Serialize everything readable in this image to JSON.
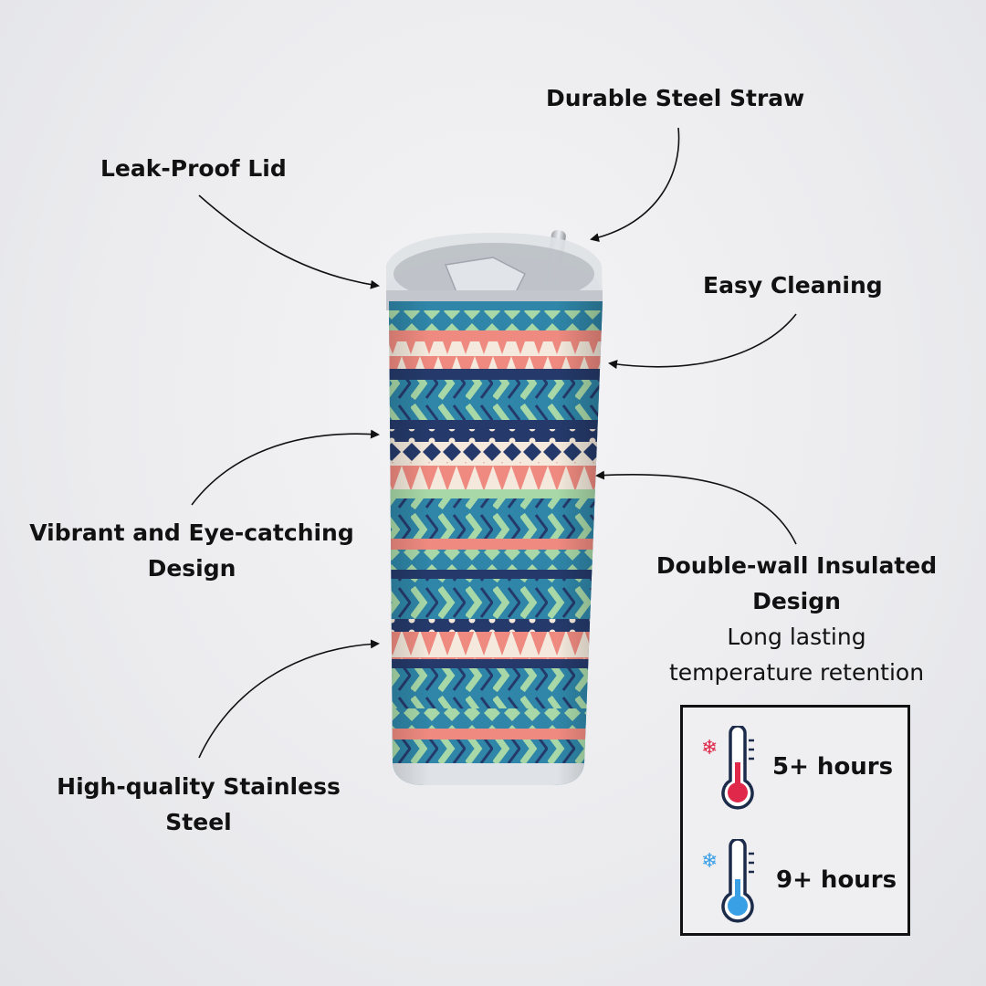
{
  "callouts": {
    "durable_steel_straw": "Durable Steel Straw",
    "leak_proof_lid": "Leak-Proof Lid",
    "easy_cleaning": "Easy Cleaning",
    "vibrant_line1": "Vibrant and Eye-catching",
    "vibrant_line2": "Design",
    "double_wall_line1": "Double-wall Insulated",
    "double_wall_line2": "Design",
    "retention_line1": "Long lasting",
    "retention_line2": "temperature retention",
    "steel_line1": "High-quality Stainless",
    "steel_line2": "Steel"
  },
  "temperature": {
    "hot": {
      "value": "5+ hours",
      "icon": "hot-thermometer-icon",
      "color": "#e0284a"
    },
    "cold": {
      "value": "9+ hours",
      "icon": "cold-thermometer-icon",
      "color": "#3aa0e6"
    }
  },
  "colors": {
    "pattern_teal": "#2f86a8",
    "pattern_navy": "#253a6b",
    "pattern_coral": "#ef8a80",
    "pattern_mint": "#a8d8a8",
    "pattern_cream": "#f4e9dc",
    "steel": "#c9cbd0"
  }
}
